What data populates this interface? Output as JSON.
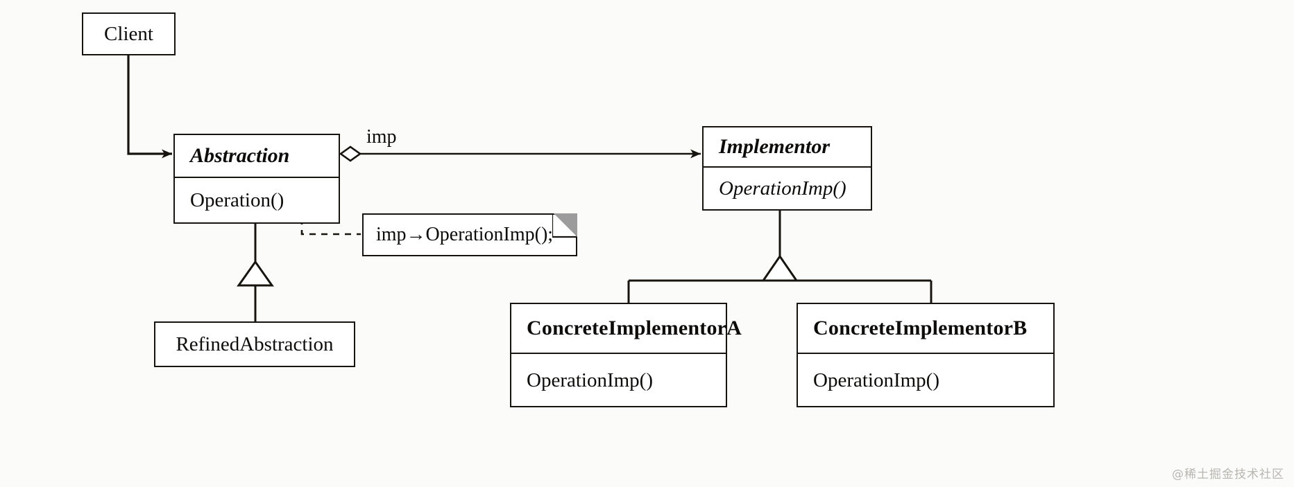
{
  "diagram": {
    "title": "Bridge pattern UML class diagram",
    "type": "uml-class-diagram",
    "stroke_color": "#17140f",
    "fill_color": "#ffffff",
    "background_color": "#fbfbfa",
    "note_fold_color": "#9c9c9c"
  },
  "classes": {
    "client": {
      "name": "Client"
    },
    "abstraction": {
      "name": "Abstraction",
      "operations": [
        "Operation()"
      ]
    },
    "refined_abstraction": {
      "name": "RefinedAbstraction"
    },
    "implementor": {
      "name": "Implementor",
      "operations": [
        "OperationImp()"
      ]
    },
    "concrete_implementor_a": {
      "name": "ConcreteImplementorA",
      "operations": [
        "OperationImp()"
      ]
    },
    "concrete_implementor_b": {
      "name": "ConcreteImplementorB",
      "operations": [
        "OperationImp()"
      ]
    }
  },
  "labels": {
    "association_role": "imp"
  },
  "note": {
    "text": "imp→OperationImp();"
  },
  "relationships": [
    {
      "from": "Client",
      "to": "Abstraction",
      "kind": "association-arrow"
    },
    {
      "from": "Abstraction",
      "to": "Implementor",
      "kind": "aggregation",
      "role": "imp"
    },
    {
      "from": "RefinedAbstraction",
      "to": "Abstraction",
      "kind": "generalization"
    },
    {
      "from": "ConcreteImplementorA",
      "to": "Implementor",
      "kind": "generalization"
    },
    {
      "from": "ConcreteImplementorB",
      "to": "Implementor",
      "kind": "generalization"
    },
    {
      "from": "Operation()",
      "to": "note",
      "kind": "note-anchor"
    }
  ],
  "watermark": {
    "text": "@稀土掘金技术社区"
  }
}
